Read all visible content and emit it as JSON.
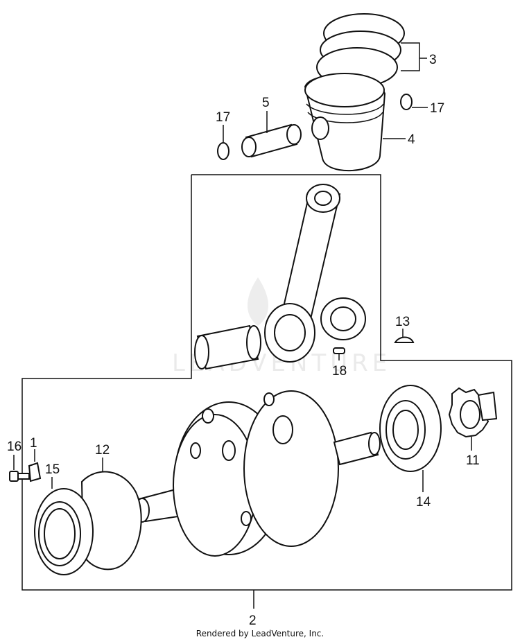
{
  "callouts": {
    "c1": "1",
    "c2": "2",
    "c3": "3",
    "c4": "4",
    "c5": "5",
    "c11": "11",
    "c12": "12",
    "c13": "13",
    "c14": "14",
    "c15": "15",
    "c16": "16",
    "c17a": "17",
    "c17b": "17",
    "c18": "18"
  },
  "watermark": "LEADVENTURE",
  "footer": "Rendered by LeadVenture, Inc."
}
